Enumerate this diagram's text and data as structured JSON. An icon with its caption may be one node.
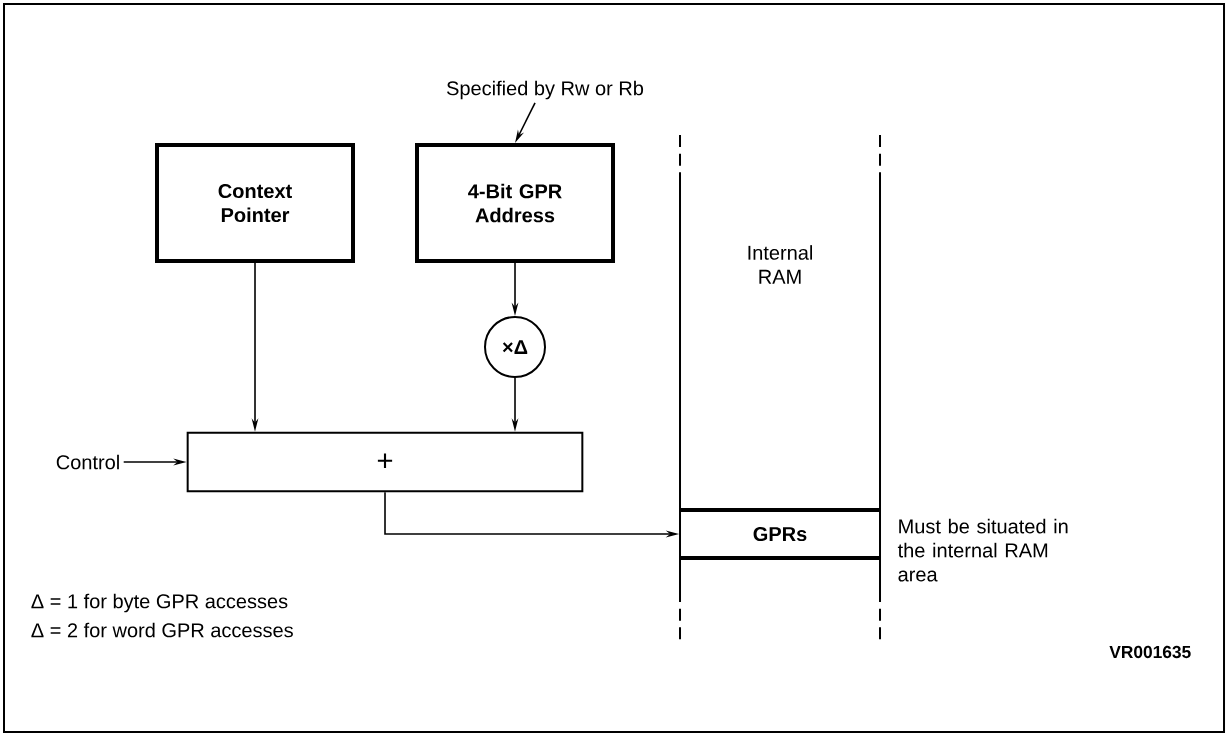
{
  "diagram": {
    "nodes": [
      {
        "text": [
          "Specified by Rw or Rb"
        ]
      },
      {
        "text": [
          "Context Pointer"
        ]
      },
      {
        "text": [
          "4-Bit GPR Address"
        ]
      },
      {
        "text": [
          "×Δ"
        ]
      },
      {
        "text": [
          "+"
        ]
      },
      {
        "text": [
          "Control"
        ]
      },
      {
        "text": [
          "Internal RAM"
        ]
      },
      {
        "text": [
          "GPRs"
        ],
        "in": 6,
        "beside": [
          "Must be situated in the internal RAM area"
        ]
      }
    ],
    "edges": [
      {
        "from": 0,
        "to": 2,
        "arrow": "to"
      },
      {
        "from": 1,
        "to": 4,
        "arrow": "to"
      },
      {
        "from": 2,
        "to": 3,
        "arrow": "to"
      },
      {
        "from": 3,
        "to": 4,
        "arrow": "to"
      },
      {
        "from": 5,
        "to": 4,
        "arrow": "to"
      },
      {
        "from": 4,
        "to": 7,
        "arrow": "to"
      }
    ],
    "labels": [
      "Δ = 1 for byte GPR accesses",
      "Δ = 2 for word GPR accesses",
      "VR001635"
    ]
  }
}
